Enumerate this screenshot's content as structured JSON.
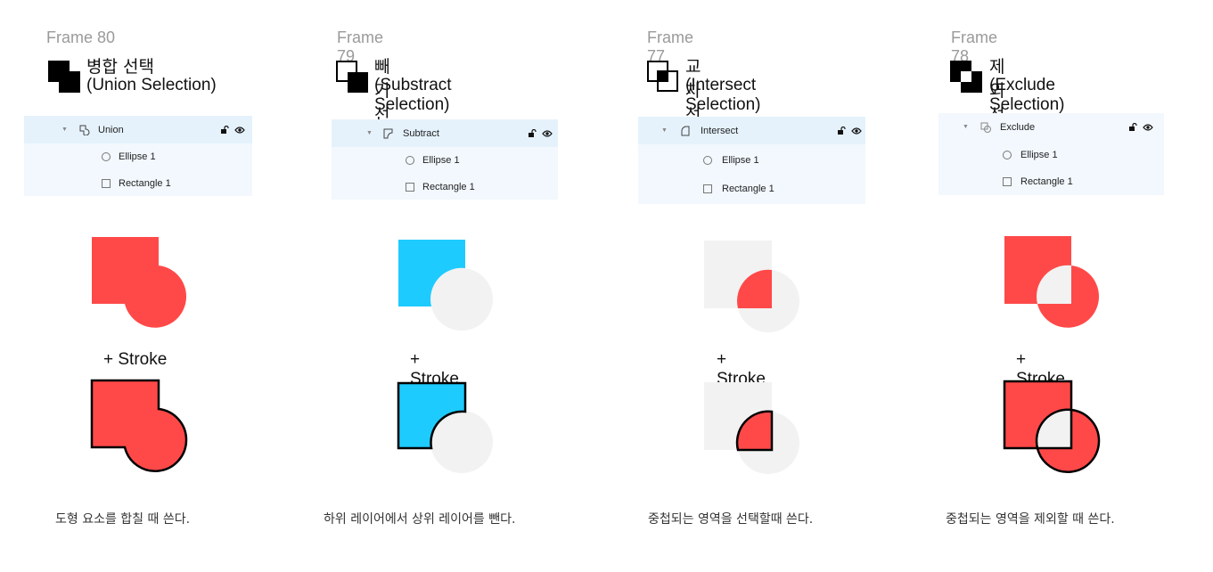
{
  "frames": [
    {
      "frame_label": "Frame 80",
      "title_ko": "병합 선택",
      "title_en": "(Union Selection)",
      "layer_group": "Union",
      "layer_children": [
        "Ellipse 1",
        "Rectangle 1"
      ],
      "plus_stroke": "+ Stroke",
      "description": "도형 요소를 합칠 때 쓴다.",
      "fill_color": "#ff4949"
    },
    {
      "frame_label": "Frame 79",
      "title_ko": "빼기 선택",
      "title_en": "(Substract Selection)",
      "layer_group": "Subtract",
      "layer_children": [
        "Ellipse 1",
        "Rectangle 1"
      ],
      "plus_stroke": "+ Stroke",
      "description": "하위 레이어에서 상위 레이어를 뺀다.",
      "fill_color": "#1ecbff"
    },
    {
      "frame_label": "Frame 77",
      "title_ko": "교차 선택",
      "title_en": "(Intersect Selection)",
      "layer_group": "Intersect",
      "layer_children": [
        "Ellipse 1",
        "Rectangle 1"
      ],
      "plus_stroke": "+ Stroke",
      "description": "중첩되는 영역을 선택할때 쓴다.",
      "fill_color": "#ff4949"
    },
    {
      "frame_label": "Frame 78",
      "title_ko": "제외 선택",
      "title_en": "(Exclude Selection)",
      "layer_group": "Exclude",
      "layer_children": [
        "Ellipse 1",
        "Rectangle 1"
      ],
      "plus_stroke": "+ Stroke",
      "description": "중첩되는 영역을 제외할 때 쓴다.",
      "fill_color": "#ff4949"
    }
  ],
  "colors": {
    "ghost_shape": "#f2f2f2",
    "panel_bg": "#f2f8fd",
    "panel_selected": "#e5f2fc",
    "frame_label": "#9a9a9a"
  },
  "icons": [
    "union-icon",
    "subtract-icon",
    "intersect-icon",
    "exclude-icon",
    "lock-icon",
    "eye-icon",
    "ellipse-icon",
    "rectangle-icon",
    "caret-down-icon"
  ]
}
